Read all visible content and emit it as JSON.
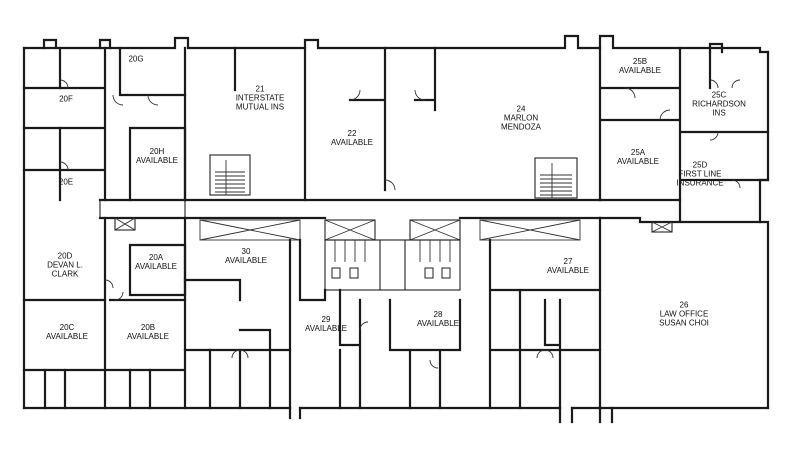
{
  "rooms": [
    {
      "id": "room-20g",
      "lines": [
        "20G"
      ]
    },
    {
      "id": "room-20f",
      "lines": [
        "20F"
      ]
    },
    {
      "id": "room-20e",
      "lines": [
        "20E"
      ]
    },
    {
      "id": "room-20h",
      "lines": [
        "20H",
        "AVAILABLE"
      ]
    },
    {
      "id": "room-21",
      "lines": [
        "21",
        "INTERSTATE",
        "MUTUAL INS"
      ]
    },
    {
      "id": "room-22",
      "lines": [
        "22",
        "AVAILABLE"
      ]
    },
    {
      "id": "room-24",
      "lines": [
        "24",
        "MARLON",
        "MENDOZA"
      ]
    },
    {
      "id": "room-25b",
      "lines": [
        "25B",
        "AVAILABLE"
      ]
    },
    {
      "id": "room-25c",
      "lines": [
        "25C",
        "RICHARDSON",
        "INS"
      ]
    },
    {
      "id": "room-25a",
      "lines": [
        "25A",
        "AVAILABLE"
      ]
    },
    {
      "id": "room-25d",
      "lines": [
        "25D",
        "FIRST LINE",
        "INSURANCE"
      ]
    },
    {
      "id": "room-20d",
      "lines": [
        "20D",
        "DEVAN L.",
        "CLARK"
      ]
    },
    {
      "id": "room-20a",
      "lines": [
        "20A",
        "AVAILABLE"
      ]
    },
    {
      "id": "room-30",
      "lines": [
        "30",
        "AVAILABLE"
      ]
    },
    {
      "id": "room-27",
      "lines": [
        "27",
        "AVAILABLE"
      ]
    },
    {
      "id": "room-26",
      "lines": [
        "26",
        "LAW OFFICE",
        "SUSAN CHOI"
      ]
    },
    {
      "id": "room-20c",
      "lines": [
        "20C",
        "AVAILABLE"
      ]
    },
    {
      "id": "room-20b",
      "lines": [
        "20B",
        "AVAILABLE"
      ]
    },
    {
      "id": "room-29",
      "lines": [
        "29",
        "AVAILABLE"
      ]
    },
    {
      "id": "room-28",
      "lines": [
        "28",
        "AVAILABLE"
      ]
    }
  ]
}
